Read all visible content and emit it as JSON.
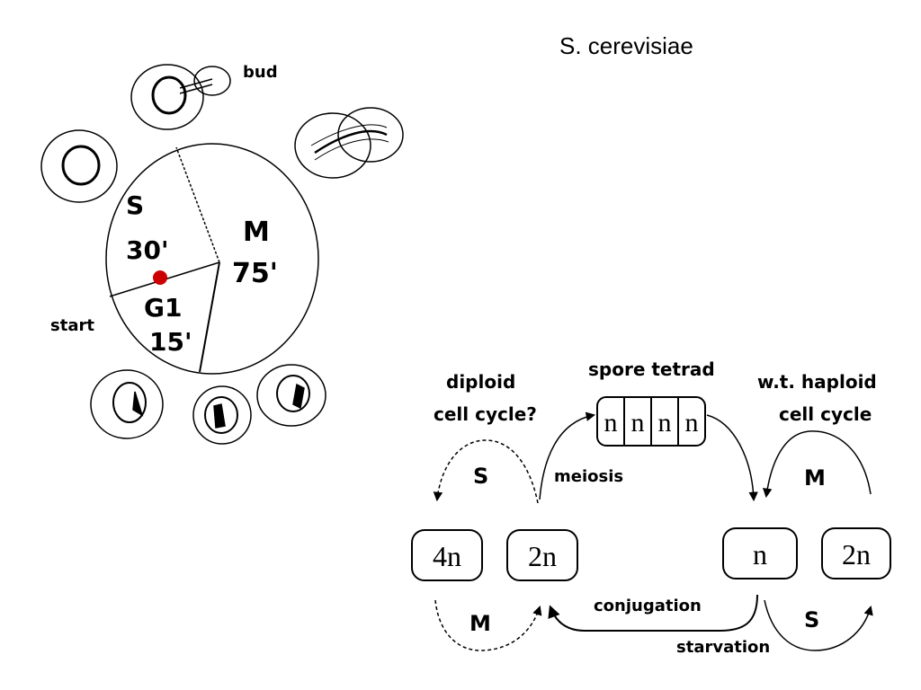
{
  "title": "S. cerevisiae",
  "cell_cycle": {
    "bud_label": "bud",
    "start_label": "start",
    "phases": [
      {
        "name": "S",
        "duration": "30'"
      },
      {
        "name": "M",
        "duration": "75'"
      },
      {
        "name": "G1",
        "duration": "15'"
      }
    ],
    "start_marker_color": "#cc0000"
  },
  "life_cycle": {
    "diploid_label_1": "diploid",
    "diploid_label_2": "cell cycle?",
    "tetrad_label": "spore tetrad",
    "tetrad_cells": [
      "n",
      "n",
      "n",
      "n"
    ],
    "haploid_label_1": "w.t. haploid",
    "haploid_label_2": "cell cycle",
    "meiosis_label": "meiosis",
    "conjugation_label": "conjugation",
    "starvation_label": "starvation",
    "diploid_S": "S",
    "diploid_M": "M",
    "haploid_M": "M",
    "haploid_S": "S",
    "boxes": {
      "box_4n": "4n",
      "box_2n_left": "2n",
      "box_n": "n",
      "box_2n_right": "2n"
    }
  }
}
